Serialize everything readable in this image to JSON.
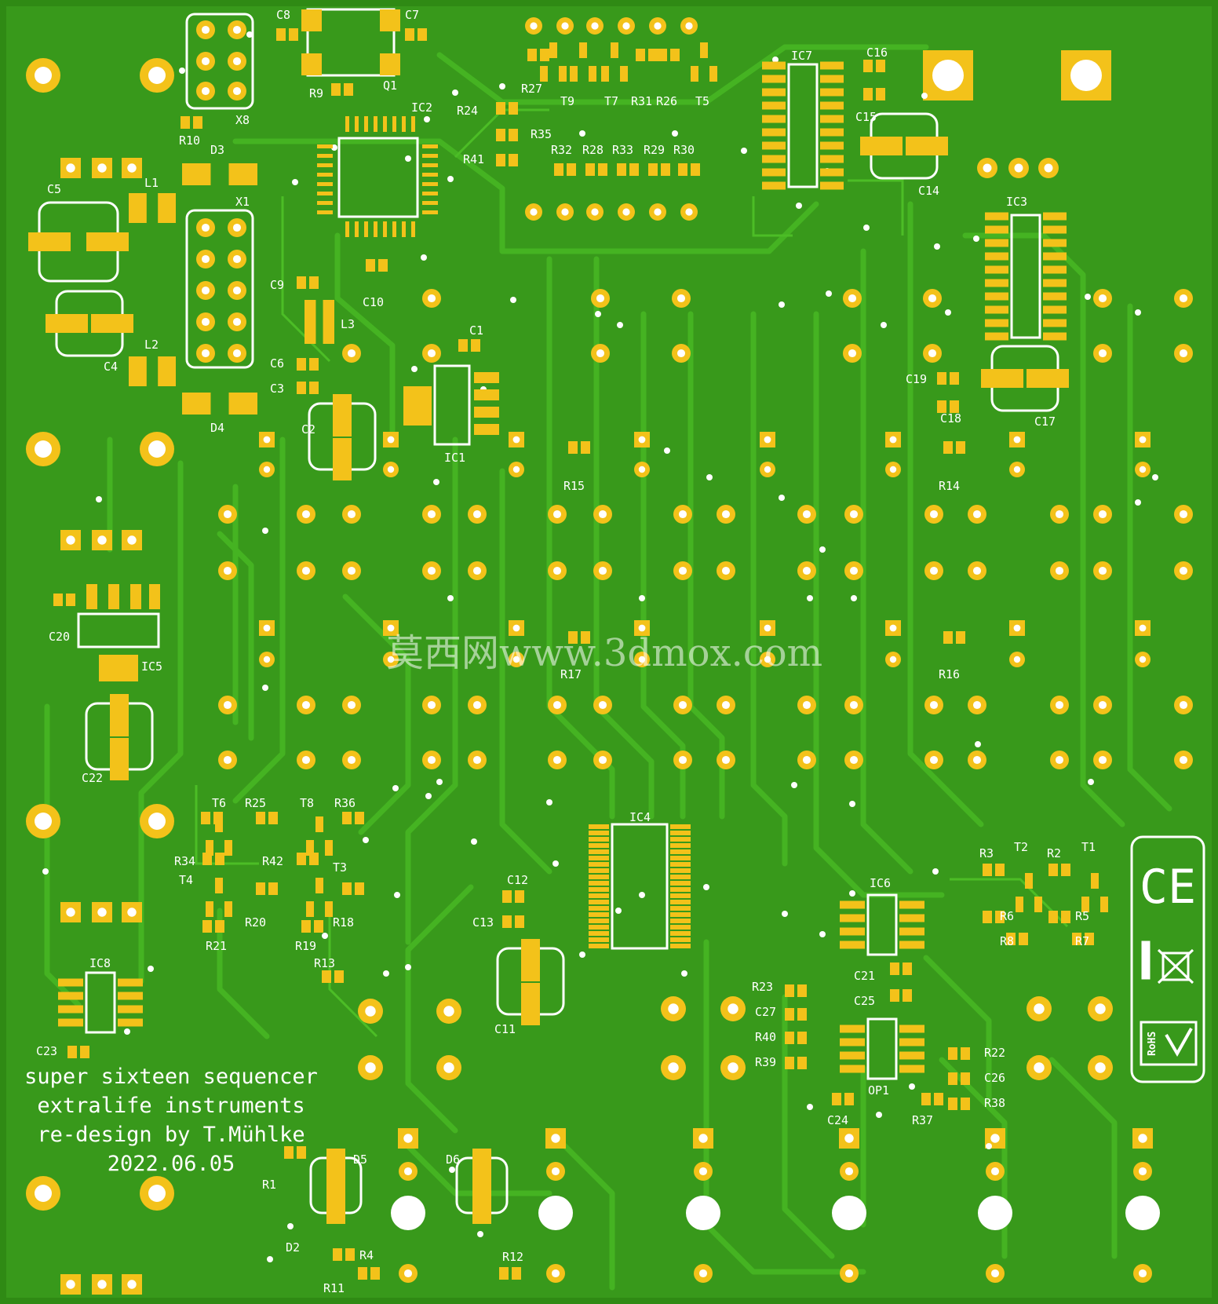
{
  "board": {
    "silkscreen_lines": [
      "super sixteen sequencer",
      "extralife instruments",
      "re-design by T.Mühlke",
      "2022.06.05"
    ],
    "watermark": "莫西网www.3dmox.com",
    "marks": {
      "ce": "CE",
      "rohs": "RoHS"
    },
    "colors": {
      "substrate": "#2f8a14",
      "copper_fill": "#3a9e1c",
      "trace": "#45b322",
      "pad": "#f3c21a",
      "silkscreen": "#ffffff",
      "via": "#ffffff"
    },
    "components": [
      {
        "ref": "C8"
      },
      {
        "ref": "C7"
      },
      {
        "ref": "R9"
      },
      {
        "ref": "Q1"
      },
      {
        "ref": "X8"
      },
      {
        "ref": "R10"
      },
      {
        "ref": "D3"
      },
      {
        "ref": "C5"
      },
      {
        "ref": "L1"
      },
      {
        "ref": "X1"
      },
      {
        "ref": "IC2"
      },
      {
        "ref": "R24"
      },
      {
        "ref": "R35"
      },
      {
        "ref": "R41"
      },
      {
        "ref": "R27"
      },
      {
        "ref": "T9"
      },
      {
        "ref": "T7"
      },
      {
        "ref": "R31"
      },
      {
        "ref": "R26"
      },
      {
        "ref": "T5"
      },
      {
        "ref": "R32"
      },
      {
        "ref": "R28"
      },
      {
        "ref": "R33"
      },
      {
        "ref": "R29"
      },
      {
        "ref": "R30"
      },
      {
        "ref": "IC7"
      },
      {
        "ref": "C16"
      },
      {
        "ref": "C15"
      },
      {
        "ref": "C14"
      },
      {
        "ref": "IC3"
      },
      {
        "ref": "C9"
      },
      {
        "ref": "C10"
      },
      {
        "ref": "L3"
      },
      {
        "ref": "C4"
      },
      {
        "ref": "L2"
      },
      {
        "ref": "C6"
      },
      {
        "ref": "C3"
      },
      {
        "ref": "D4"
      },
      {
        "ref": "C2"
      },
      {
        "ref": "C1"
      },
      {
        "ref": "IC1"
      },
      {
        "ref": "R15"
      },
      {
        "ref": "C19"
      },
      {
        "ref": "C18"
      },
      {
        "ref": "C17"
      },
      {
        "ref": "R14"
      },
      {
        "ref": "C20"
      },
      {
        "ref": "IC5"
      },
      {
        "ref": "C22"
      },
      {
        "ref": "R17"
      },
      {
        "ref": "R16"
      },
      {
        "ref": "T6"
      },
      {
        "ref": "R25"
      },
      {
        "ref": "T8"
      },
      {
        "ref": "R36"
      },
      {
        "ref": "R34"
      },
      {
        "ref": "R42"
      },
      {
        "ref": "T3"
      },
      {
        "ref": "T4"
      },
      {
        "ref": "R20"
      },
      {
        "ref": "R18"
      },
      {
        "ref": "R21"
      },
      {
        "ref": "R19"
      },
      {
        "ref": "IC4"
      },
      {
        "ref": "C12"
      },
      {
        "ref": "C13"
      },
      {
        "ref": "C11"
      },
      {
        "ref": "R13"
      },
      {
        "ref": "IC8"
      },
      {
        "ref": "C23"
      },
      {
        "ref": "IC6"
      },
      {
        "ref": "R3"
      },
      {
        "ref": "T2"
      },
      {
        "ref": "R2"
      },
      {
        "ref": "T1"
      },
      {
        "ref": "R6"
      },
      {
        "ref": "R5"
      },
      {
        "ref": "R8"
      },
      {
        "ref": "R7"
      },
      {
        "ref": "C21"
      },
      {
        "ref": "C25"
      },
      {
        "ref": "R23"
      },
      {
        "ref": "C27"
      },
      {
        "ref": "R40"
      },
      {
        "ref": "R39"
      },
      {
        "ref": "OP1"
      },
      {
        "ref": "R22"
      },
      {
        "ref": "C26"
      },
      {
        "ref": "R38"
      },
      {
        "ref": "C24"
      },
      {
        "ref": "R37"
      },
      {
        "ref": "R1"
      },
      {
        "ref": "D5"
      },
      {
        "ref": "D6"
      },
      {
        "ref": "D2"
      },
      {
        "ref": "R4"
      },
      {
        "ref": "R11"
      },
      {
        "ref": "R12"
      }
    ]
  }
}
